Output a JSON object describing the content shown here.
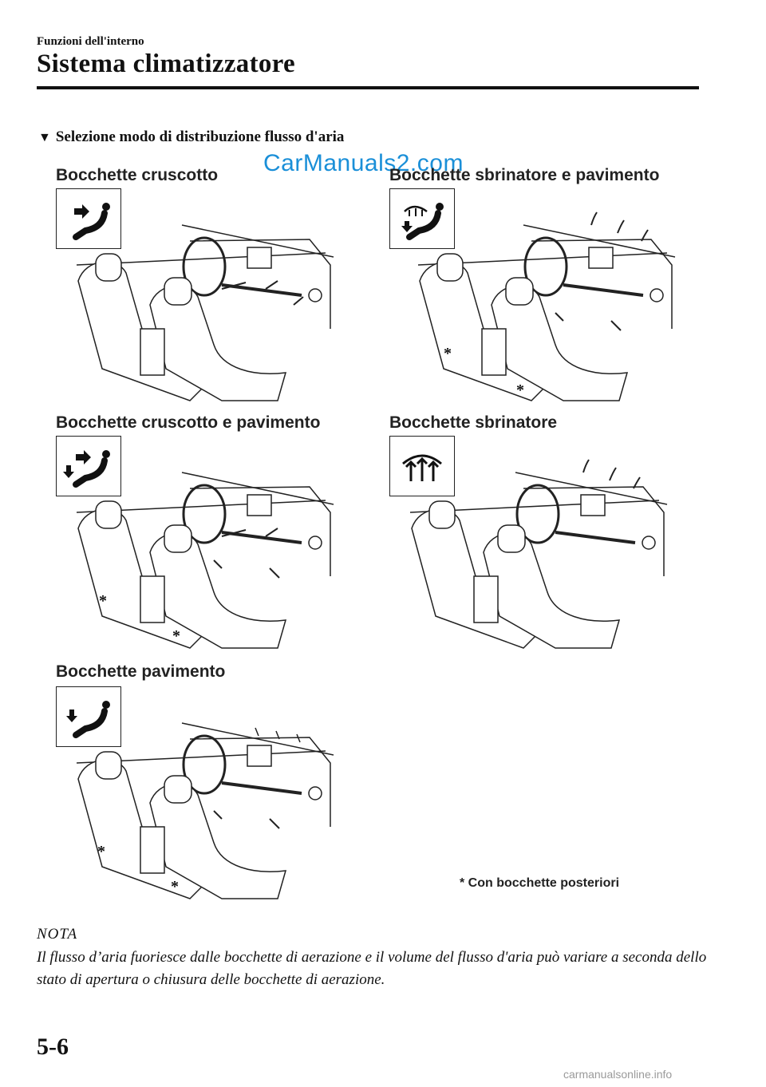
{
  "header": {
    "chapter": "Funzioni dell'interno",
    "title": "Sistema climatizzatore"
  },
  "section": {
    "marker": "▼",
    "title": "Selezione modo di distribuzione flusso d'aria"
  },
  "watermark": "CarManuals2.com",
  "panels": [
    {
      "label": "Bocchette cruscotto"
    },
    {
      "label": "Bocchette sbrinatore e pavimento"
    },
    {
      "label": "Bocchette cruscotto e pavimento"
    },
    {
      "label": "Bocchette sbrinatore"
    },
    {
      "label": "Bocchette pavimento"
    }
  ],
  "asterisk": "*",
  "footnote": "* Con bocchette posteriori",
  "nota": {
    "heading": "NOTA",
    "body": "Il flusso d’aria fuoriesce dalle bocchette di aerazione e il volume del flusso d'aria può variare a seconda dello stato di apertura o chiusura delle bocchette di aerazione."
  },
  "page_number": "5-6",
  "site": "carmanualsonline.info"
}
